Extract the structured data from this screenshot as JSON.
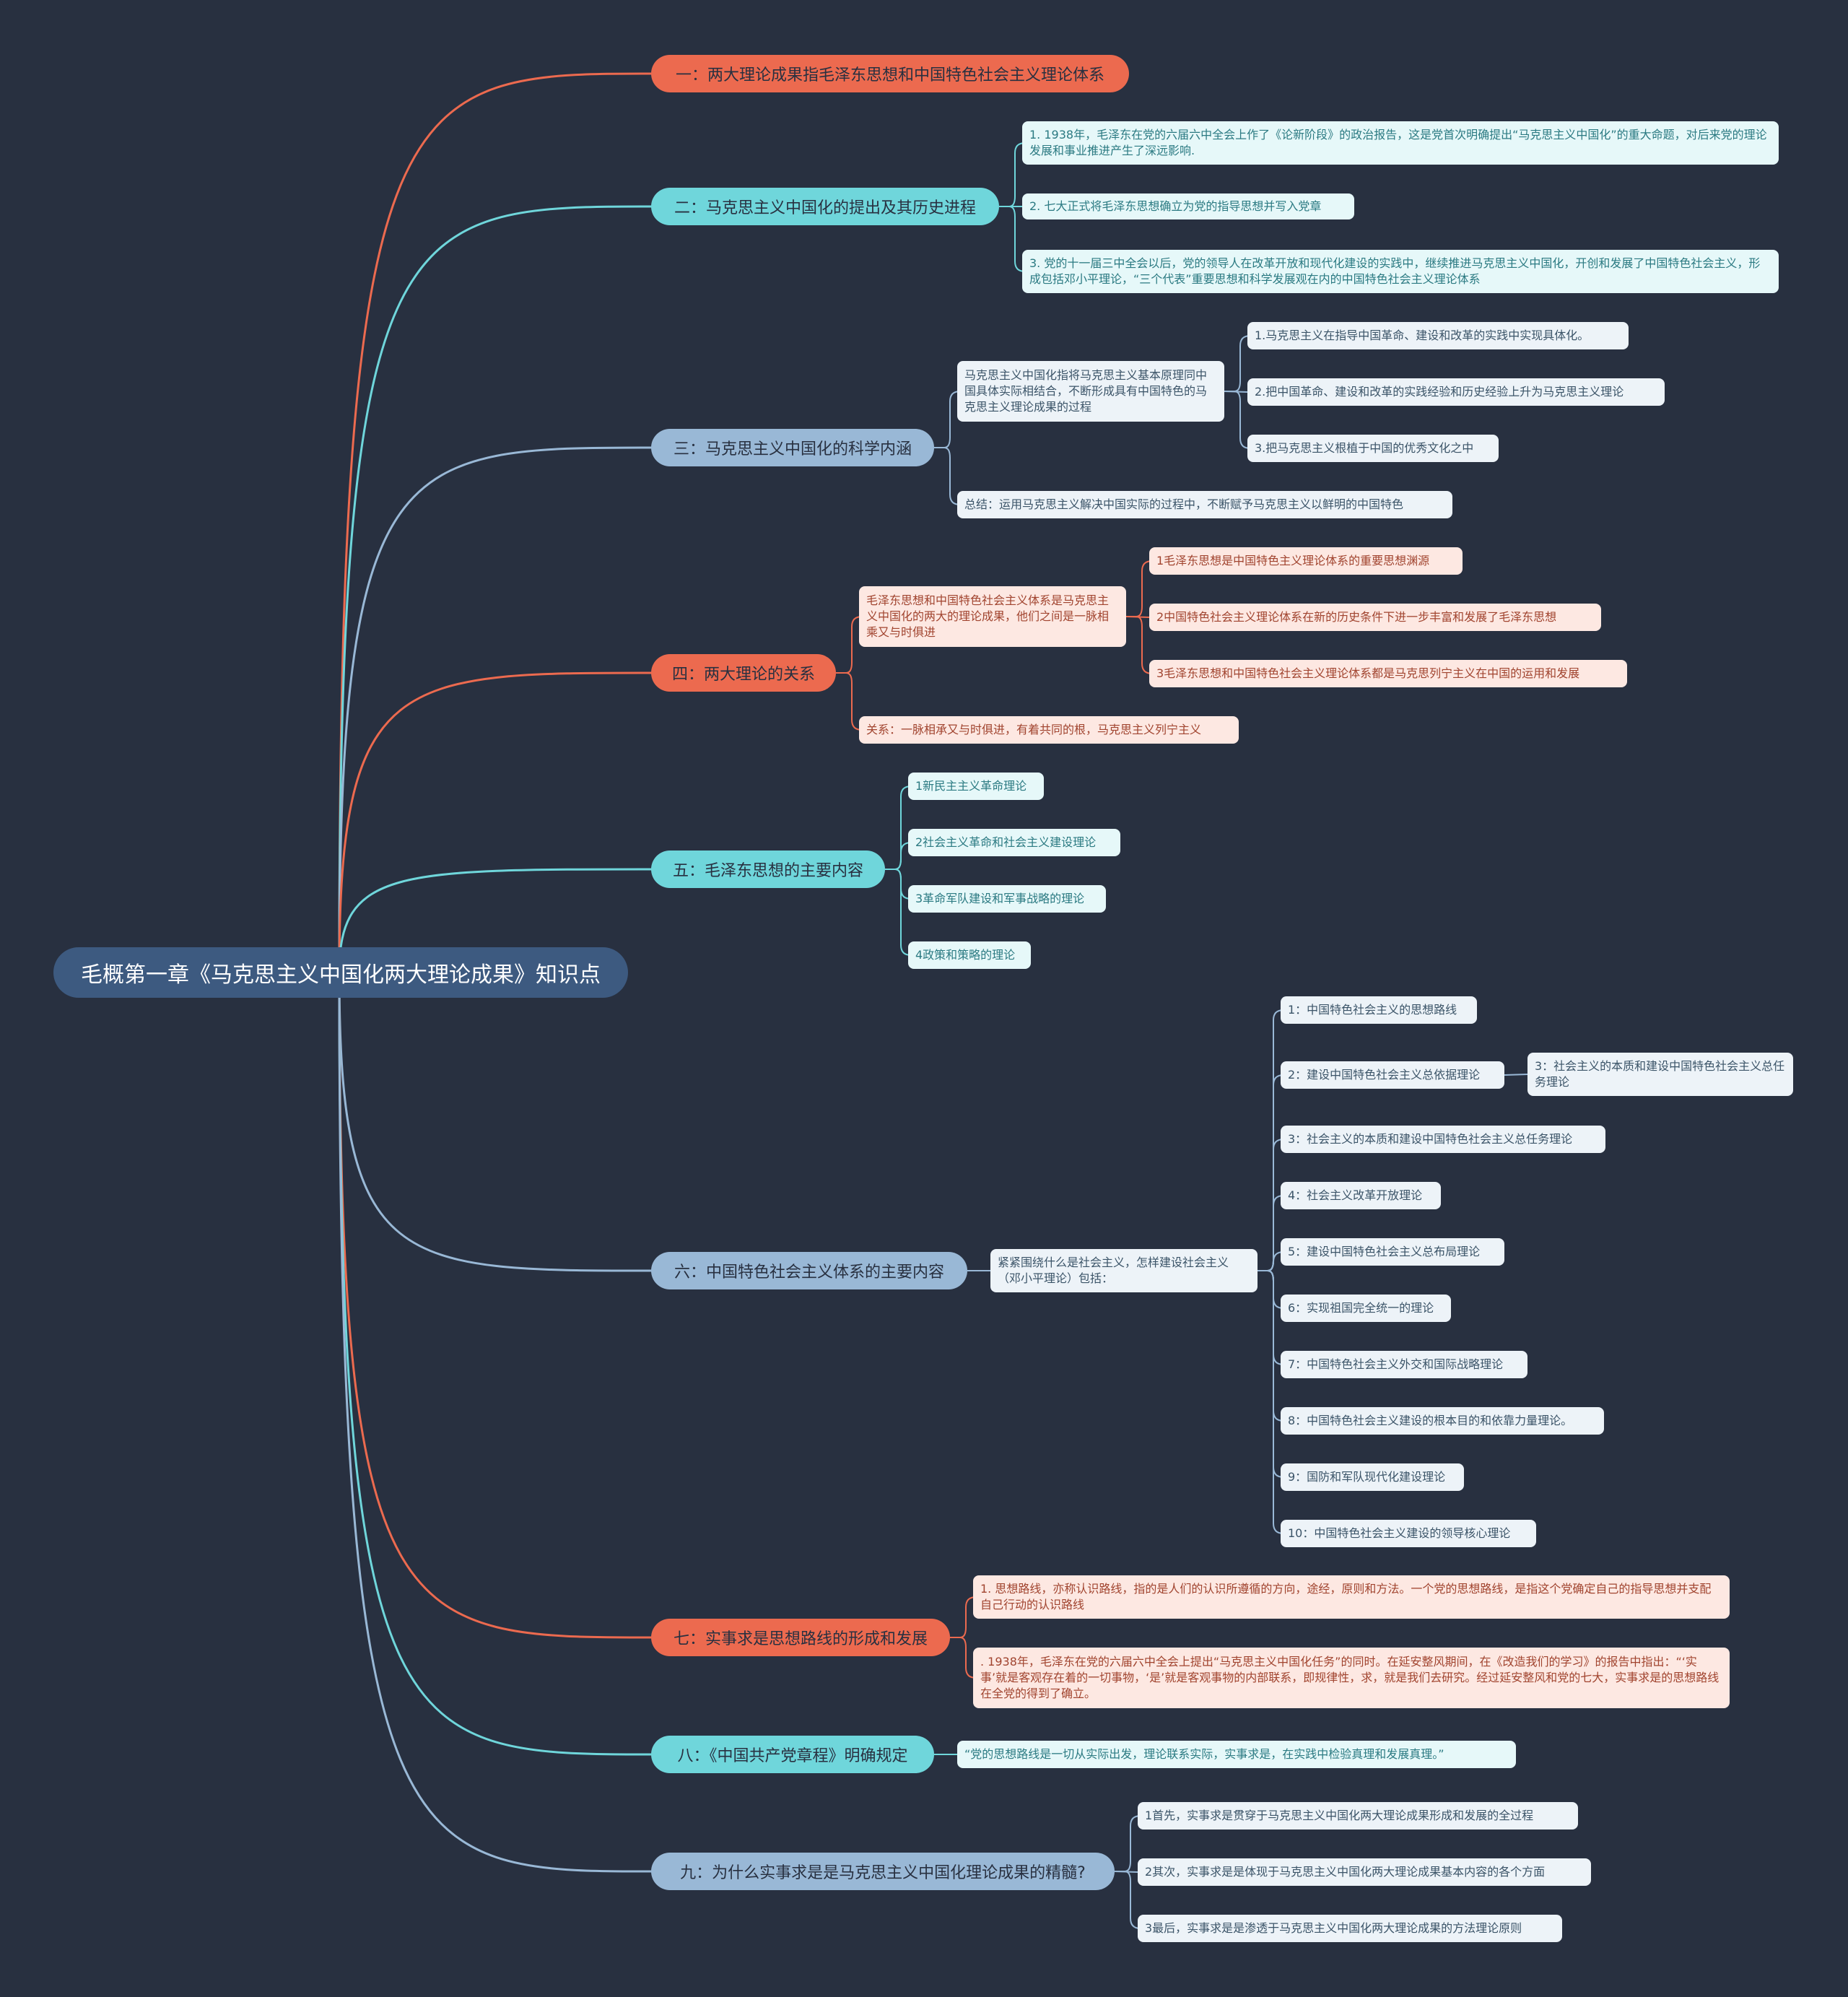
{
  "root": "毛概第一章《马克思主义中国化两大理论成果》知识点",
  "colors": {
    "background": "#283040",
    "root": "#3d5a80",
    "red": "#ec6a4f",
    "cyan": "#6fd6db",
    "blue": "#99b8d6",
    "leaf_cyan": "#e6f8f9",
    "leaf_blue": "#edf3f8",
    "leaf_red": "#fde8e2"
  },
  "branches": {
    "b1": {
      "label": "一：两大理论成果指毛泽东思想和中国特色社会主义理论体系"
    },
    "b2": {
      "label": "二：马克思主义中国化的提出及其历史进程",
      "items": [
        "1. 1938年，毛泽东在党的六届六中全会上作了《论新阶段》的政治报告，这是党首次明确提出“马克思主义中国化”的重大命题，对后来党的理论发展和事业推进产生了深远影响.",
        "2. 七大正式将毛泽东思想确立为党的指导思想并写入党章",
        "3. 党的十一届三中全会以后，党的领导人在改革开放和现代化建设的实践中，继续推进马克思主义中国化，开创和发展了中国特色社会主义，形成包括邓小平理论，“三个代表”重要思想和科学发展观在内的中国特色社会主义理论体系"
      ]
    },
    "b3": {
      "label": "三：马克思主义中国化的科学内涵",
      "definition": "马克思主义中国化指将马克思主义基本原理同中国具体实际相结合，不断形成具有中国特色的马克思主义理论成果的过程",
      "sub": [
        "1.马克思主义在指导中国革命、建设和改革的实践中实现具体化。",
        "2.把中国革命、建设和改革的实践经验和历史经验上升为马克思主义理论",
        "3.把马克思主义根植于中国的优秀文化之中"
      ],
      "summary": "总结：运用马克思主义解决中国实际的过程中，不断赋予马克思主义以鲜明的中国特色"
    },
    "b4": {
      "label": "四：两大理论的关系",
      "definition": "毛泽东思想和中国特色社会主义体系是马克思主义中国化的两大的理论成果，他们之间是一脉相乘又与时俱进",
      "sub": [
        "1毛泽东思想是中国特色主义理论体系的重要思想渊源",
        "2中国特色社会主义理论体系在新的历史条件下进一步丰富和发展了毛泽东思想",
        "3毛泽东思想和中国特色社会主义理论体系都是马克思列宁主义在中国的运用和发展"
      ],
      "relation": "关系：一脉相承又与时俱进，有着共同的根，马克思主义列宁主义"
    },
    "b5": {
      "label": "五：毛泽东思想的主要内容",
      "items": [
        "1新民主主义革命理论",
        "2社会主义革命和社会主义建设理论",
        "3革命军队建设和军事战略的理论",
        "4政策和策略的理论"
      ]
    },
    "b6": {
      "label": "六：中国特色社会主义体系的主要内容",
      "intro": "紧紧围绕什么是社会主义，怎样建设社会主义（邓小平理论）包括：",
      "items": [
        "1：中国特色社会主义的思想路线",
        "2：建设中国特色社会主义总依据理论",
        "3：社会主义的本质和建设中国特色社会主义总任务理论",
        "4：社会主义改革开放理论",
        "5：建设中国特色社会主义总布局理论",
        "6：实现祖国完全统一的理论",
        "7：中国特色社会主义外交和国际战略理论",
        "8：中国特色社会主义建设的根本目的和依靠力量理论。",
        "9：国防和军队现代化建设理论",
        "10：中国特色社会主义建设的领导核心理论"
      ],
      "item2_child": "3：社会主义的本质和建设中国特色社会主义总任务理论"
    },
    "b7": {
      "label": "七：实事求是思想路线的形成和发展",
      "items": [
        "1. 思想路线，亦称认识路线，指的是人们的认识所遵循的方向，途经，原则和方法。一个党的思想路线，是指这个党确定自己的指导思想并支配自己行动的认识路线",
        ". 1938年，毛泽东在党的六届六中全会上提出“马克思主义中国化任务”的同时。在延安整风期间，在《改造我们的学习》的报告中指出：“‘实事’就是客观存在着的一切事物，‘是’就是客观事物的内部联系，即规律性，求，就是我们去研究。经过延安整风和党的七大，实事求是的思想路线在全党的得到了确立。"
      ]
    },
    "b8": {
      "label": "八：《中国共产党章程》明确规定",
      "items": [
        "“党的思想路线是一切从实际出发，理论联系实际，实事求是，在实践中检验真理和发展真理。”"
      ]
    },
    "b9": {
      "label": "九：为什么实事求是是马克思主义中国化理论成果的精髓?",
      "items": [
        "1首先，实事求是贯穿于马克思主义中国化两大理论成果形成和发展的全过程",
        "2其次，实事求是是体现于马克思主义中国化两大理论成果基本内容的各个方面",
        "3最后，实事求是是渗透于马克思主义中国化两大理论成果的方法理论原则"
      ]
    }
  }
}
